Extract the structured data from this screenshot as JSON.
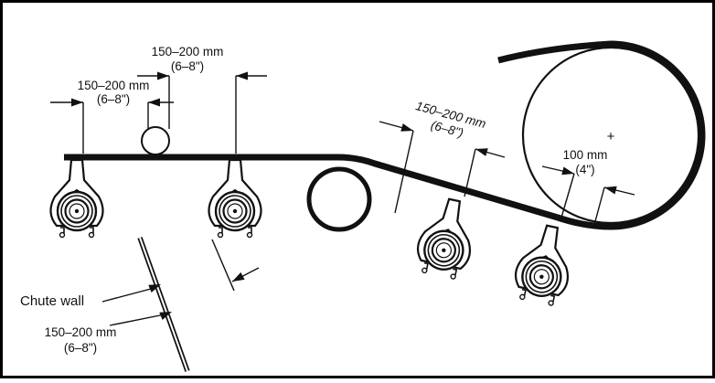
{
  "colors": {
    "ink": "#111111",
    "background": "#ffffff",
    "frame": "#000000"
  },
  "dimensions": {
    "belt_edge_left": {
      "metric": "150–200 mm",
      "imperial": "(6–8\")"
    },
    "top_center": {
      "metric": "150–200 mm",
      "imperial": "(6–8\")"
    },
    "slope": {
      "metric": "150–200 mm",
      "imperial": "(6–8\")"
    },
    "pulley": {
      "metric": "100 mm",
      "imperial": "(4\")"
    },
    "chute": {
      "metric": "150–200 mm",
      "imperial": "(6–8\")"
    }
  },
  "labels": {
    "chute_wall": "Chute wall",
    "pulley_center": "+"
  },
  "icons": {
    "detector": "metal-detector-sensor-icon",
    "arrow": "dimension-arrow-icon"
  }
}
